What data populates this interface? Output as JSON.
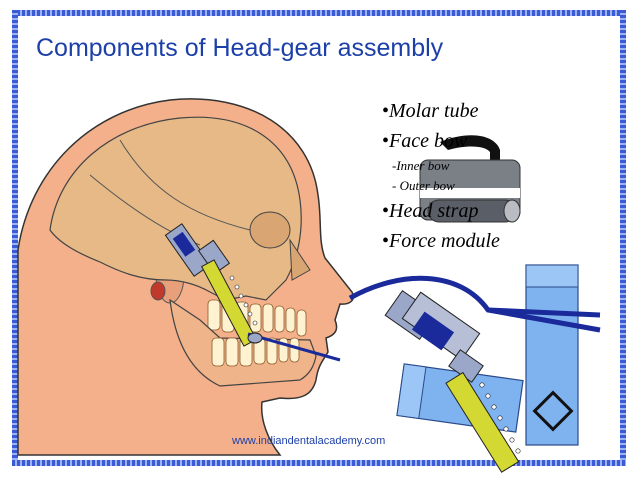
{
  "slide": {
    "title": "Components of Head-gear assembly",
    "bullets": [
      {
        "text": "Molar tube",
        "level": 1
      },
      {
        "text": "Face bow",
        "level": 1
      },
      {
        "text": "-Inner bow",
        "level": 2
      },
      {
        "text": "- Outer bow",
        "level": 2
      },
      {
        "text": "Head strap",
        "level": 1
      },
      {
        "text": "Force module",
        "level": 1
      }
    ],
    "footer": "www.indiandentalacademy.com"
  },
  "colors": {
    "title": "#1c3fa8",
    "skin": "#f3b08a",
    "skull": "#e6b987",
    "bow": "#1a2a9a",
    "strap": "#7fb3f0",
    "module": "#d4d832"
  }
}
